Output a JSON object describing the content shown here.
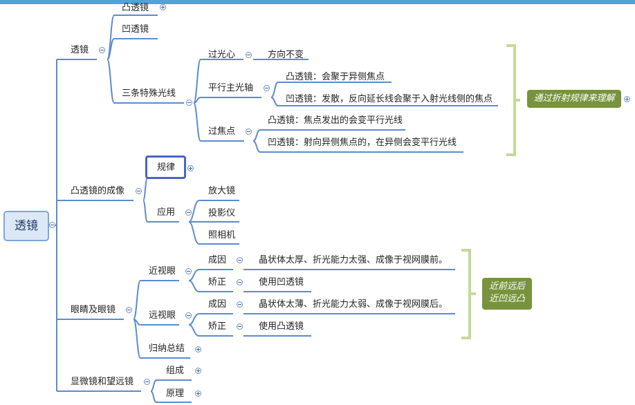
{
  "root": "透镜",
  "lens": {
    "label": "透镜",
    "convex": "凸透镜",
    "concave": "凹透镜",
    "three_rays": {
      "label": "三条特殊光线",
      "center": {
        "label": "过光心",
        "rule": "方向不变"
      },
      "parallel": {
        "label": "平行主光轴",
        "convex": "凸透镜：会聚于异侧焦点",
        "concave": "凹透镜：发散，反向延长线会聚于入射光线侧的焦点"
      },
      "focus": {
        "label": "过焦点",
        "convex": "凸透镜：焦点发出的会变平行光线",
        "concave": "凹透镜：射向异侧焦点的，在异侧会变平行光线"
      }
    },
    "callout": "通过折射规律来理解"
  },
  "imaging": {
    "label": "凸透镜的成像",
    "rules": "规律",
    "apps": {
      "label": "应用",
      "items": [
        "放大镜",
        "投影仪",
        "照相机"
      ]
    }
  },
  "eyes": {
    "label": "眼睛及眼镜",
    "myopia": {
      "label": "近视眼",
      "cause_label": "成因",
      "cause": "晶状体太厚、折光能力太强、成像于视网膜前。",
      "fix_label": "矫正",
      "fix": "使用凹透镜"
    },
    "hyperopia": {
      "label": "远视眼",
      "cause_label": "成因",
      "cause": "晶状体太薄、折光能力太弱、成像于视网膜后。",
      "fix_label": "矫正",
      "fix": "使用凸透镜"
    },
    "summary": "归纳总结",
    "callout": [
      "近前远后",
      "近凹远凸"
    ]
  },
  "scopes": {
    "label": "显微镜和望远镜",
    "parts": "组成",
    "principle": "原理"
  },
  "colors": {
    "line": "#5b8bd0",
    "bracket": "#c4d99a",
    "callout": "#77933c",
    "root_fill": "#dde8f6"
  }
}
